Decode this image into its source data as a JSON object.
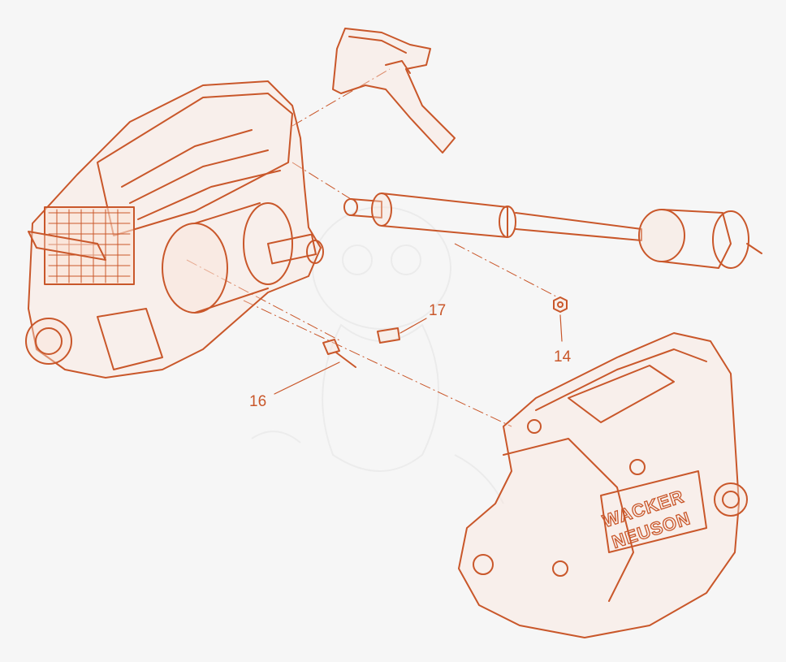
{
  "colors": {
    "background": "#f6f6f6",
    "line": "#c9572a",
    "fill_light": "#fbe3d6",
    "label": "#c9572a",
    "watermark": "#e4e4e4"
  },
  "callouts": [
    {
      "id": "16",
      "label": "16"
    },
    {
      "id": "17",
      "label": "17"
    },
    {
      "id": "14",
      "label": "14"
    }
  ],
  "brand": {
    "line1": "WACKER",
    "line2": "NEUSON"
  }
}
